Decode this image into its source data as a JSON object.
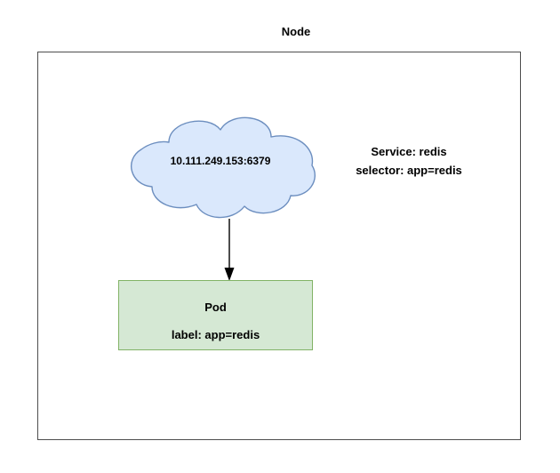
{
  "diagram": {
    "title": "Node",
    "node_box": {
      "border_color": "#4d4d4d",
      "fill_color": "#ffffff"
    },
    "cloud": {
      "name": "service-cluster-ip-cloud",
      "label": "10.111.249.153:6379",
      "fill_color": "#dae8fc",
      "border_color": "#6c8ebf"
    },
    "service_annotation": {
      "line1": "Service: redis",
      "line2": "selector: app=redis"
    },
    "arrow": {
      "name": "cloud-to-pod-arrow",
      "color": "#000000",
      "direction": "down"
    },
    "pod": {
      "title": "Pod",
      "label": "label: app=redis",
      "fill_color": "#d5e8d4",
      "border_color": "#82b366"
    }
  }
}
